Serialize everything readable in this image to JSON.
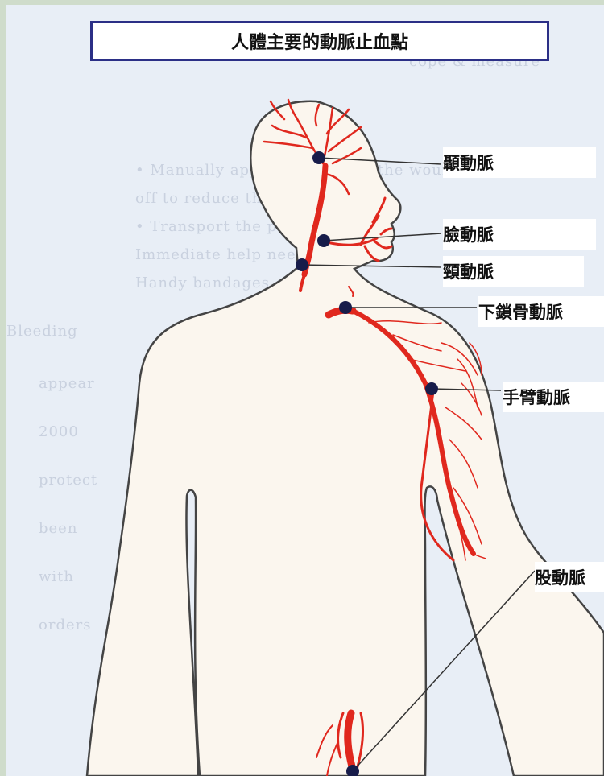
{
  "title": "人體主要的動脈止血點",
  "labels": {
    "temporal": "顳動脈",
    "facial": "臉動脈",
    "carotid": "頸動脈",
    "subclavian": "下鎖骨動脈",
    "brachial": "手臂動脈",
    "femoral": "股動脈"
  },
  "colors": {
    "artery": "#e0281e",
    "point": "#171c4a",
    "title_border": "#2b2f86",
    "outline": "#444444",
    "body_fill": "#fbf6ee"
  }
}
